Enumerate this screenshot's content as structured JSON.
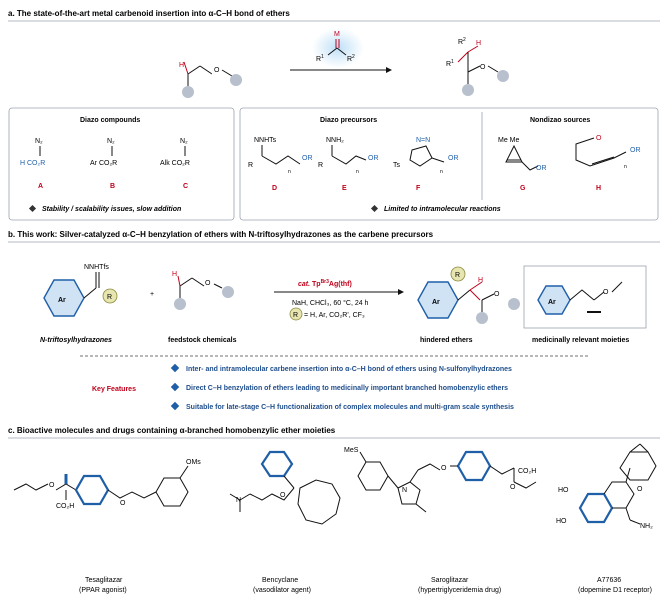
{
  "section_a": {
    "title": "a. The state-of-the-art metal carbenoid insertion into α-C–H bond of ethers",
    "reagent_m": "M",
    "reagent_r1": "R",
    "reagent_r1_sup": "1",
    "reagent_r2": "R",
    "reagent_r2_sup": "2",
    "product_r1": "R",
    "product_r2": "R",
    "product_h": "H",
    "sup1": "1",
    "sup2": "2",
    "diazo_title": "Diazo compounds",
    "precursor_title": "Diazo precursors",
    "nondiazo_title": "Nondizao sources",
    "compounds": [
      {
        "label": "A",
        "text": "H   CO₂R",
        "n2": "N₂"
      },
      {
        "label": "B",
        "text": "Ar   CO₂R",
        "n2": "N₂"
      },
      {
        "label": "C",
        "text": "Alk   CO₂R",
        "n2": "N₂"
      },
      {
        "label": "D",
        "text": "NNHTs",
        "sub": "R"
      },
      {
        "label": "E",
        "text": "NNH₂",
        "sub": "R"
      },
      {
        "label": "F",
        "text": "N=N",
        "sub": "Ts"
      },
      {
        "label": "G",
        "text": "Me  Me"
      },
      {
        "label": "H",
        "text": "O"
      }
    ],
    "or": "OR",
    "n": "n",
    "note_left": "Stability / scalability issues, slow addition",
    "note_right": "Limited to intramolecular reactions"
  },
  "section_b": {
    "title": "b. This work: Silver-catalyzed  α-C–H benzylation of ethers with N-triftosylhydrazones as the carbene precursors",
    "nnhtfs": "NNHTfs",
    "ar": "Ar",
    "r": "R",
    "plus": "+",
    "h": "H",
    "o": "O",
    "cat_prefix": "cat.",
    "cat_main": " Tp",
    "cat_sup": "Br3",
    "cat_suffix": "Ag(thf)",
    "conditions": "NaH, CHCl₃, 60 °C, 24 h",
    "r_def": "= H, Ar, CO₂R', CF₃",
    "label_hydrazones": "N-triftosylhydrazones",
    "label_feedstock": "feedstock chemicals",
    "label_hindered": "hindered ethers",
    "label_relevant": "medicinally relevant moieties",
    "key_features": "Key Features",
    "features": [
      "Inter- and intramolecular carbene insertion into α-C–H bond of ethers using N-sulfonylhydrazones",
      "Direct C–H benzylation of ethers leading to medicinally important branched homobenzylic ethers",
      "Suitable for late-stage C–H functionalization of complex molecules and multi-gram scale synthesis"
    ]
  },
  "section_c": {
    "title": "c. Bioactive molecules and drugs containing α-branched homobenzylic ether moieties",
    "drugs": [
      {
        "name": "Tesaglitazar",
        "desc": "(PPAR agonist)"
      },
      {
        "name": "Bencyclane",
        "desc": "(vasodilator agent)"
      },
      {
        "name": "Saroglitazar",
        "desc": "(hypertriglyceridemia drug)"
      },
      {
        "name": "A77636",
        "desc": "(dopemine D1 receptor)"
      }
    ],
    "omsl": "OMs",
    "co2h": "CO₂H",
    "co2h2": "CO₂H",
    "mes": "MeS",
    "n": "N",
    "o": "O",
    "ho1": "HO",
    "ho2": "HO",
    "nh2": "NH₂"
  },
  "colors": {
    "accent_blue": "#1f5fa8",
    "highlight": "#cfe3f5",
    "red": "#c0001a",
    "circle": "#b7c0cc"
  }
}
